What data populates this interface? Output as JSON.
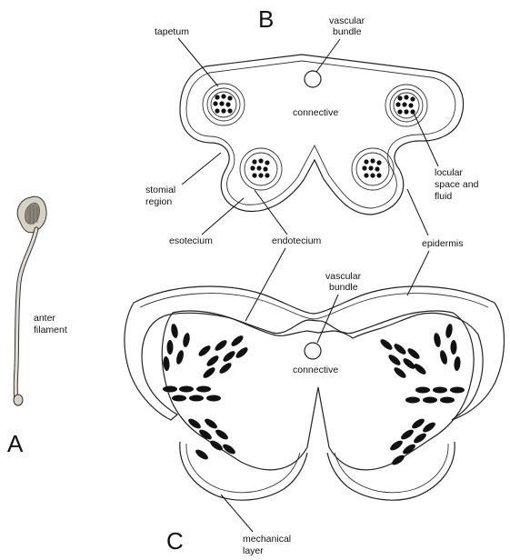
{
  "panels": {
    "a": "A",
    "b": "B",
    "c": "C"
  },
  "labels": {
    "anter_filament_line1": "anter",
    "anter_filament_line2": "filament",
    "tapetum": "tapetum",
    "vascular_bundle_b_line1": "vascular",
    "vascular_bundle_b_line2": "bundle",
    "connective_b": "connective",
    "locular_line1": "locular",
    "locular_line2": "space and",
    "locular_line3": "fluid",
    "stomial_line1": "stomial",
    "stomial_line2": "region",
    "esotecium": "esotecium",
    "endotecium": "endotecium",
    "epidermis": "epidermis",
    "vascular_bundle_c_line1": "vascular",
    "vascular_bundle_c_line2": "bundle",
    "connective_c": "connective",
    "mechanical_line1": "mechanical",
    "mechanical_line2": "layer"
  }
}
